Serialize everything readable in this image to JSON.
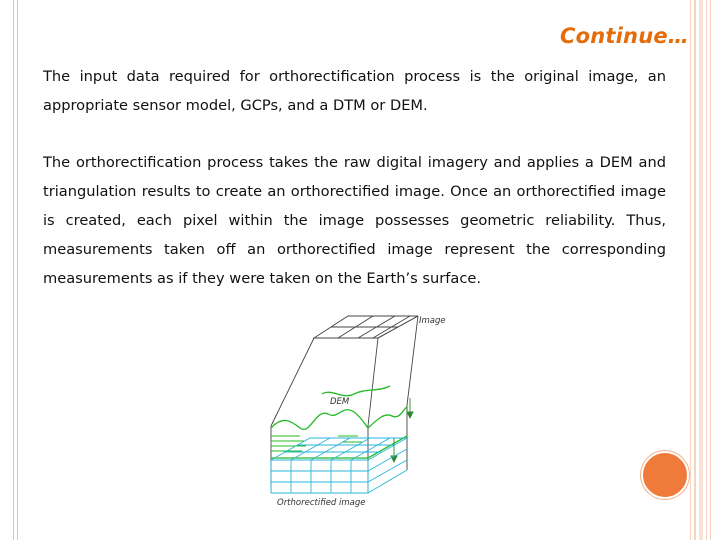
{
  "slide": {
    "title": "Continue…",
    "paragraphs": [
      "The input data required for orthorectification process is the original image, an appropriate sensor model, GCPs, and a DTM or DEM.",
      "The orthorectification process takes the raw digital imagery and applies a DEM and triangulation results to create an orthorectified image. Once an orthorectified image is created, each pixel within the image possesses geometric reliability. Thus, measurements taken off an orthorectified image represent the corresponding measurements as if they were taken on the Earth’s surface."
    ]
  },
  "diagram": {
    "label_image": "Image",
    "label_dem": "DEM",
    "label_ortho": "Orthorectified image"
  },
  "colors": {
    "title": "#e46c0a",
    "accent_circle": "#f07a3a",
    "dem_surface": "#22bb22",
    "ortho_grid": "#2bb6d8",
    "border": "#f1bfa6"
  }
}
